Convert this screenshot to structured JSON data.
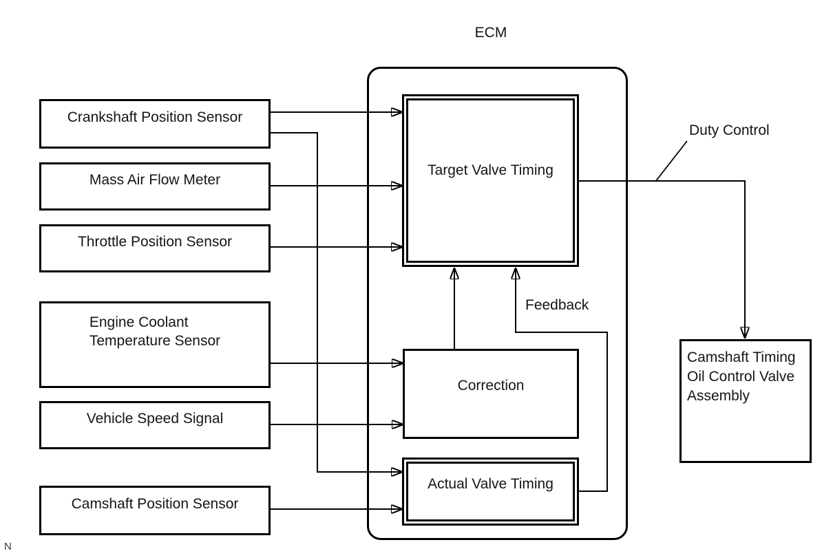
{
  "diagram": {
    "title": "ECM",
    "corner_mark": "N",
    "colors": {
      "line": "#000000",
      "text": "#151515",
      "background": "#ffffff"
    },
    "inputs": [
      {
        "id": "crankshaft-position-sensor",
        "lines": [
          "Crankshaft Position Sensor"
        ]
      },
      {
        "id": "mass-air-flow-meter",
        "lines": [
          "Mass Air Flow Meter"
        ]
      },
      {
        "id": "throttle-position-sensor",
        "lines": [
          "Throttle Position Sensor"
        ]
      },
      {
        "id": "engine-coolant-temperature-sensor",
        "lines": [
          "Engine Coolant",
          "Temperature Sensor"
        ]
      },
      {
        "id": "vehicle-speed-signal",
        "lines": [
          "Vehicle Speed Signal"
        ]
      },
      {
        "id": "camshaft-position-sensor",
        "lines": [
          "Camshaft Position Sensor"
        ]
      }
    ],
    "ecm_blocks": {
      "target": {
        "label": "Target Valve Timing"
      },
      "correction": {
        "label": "Correction"
      },
      "actual": {
        "label": "Actual Valve Timing"
      }
    },
    "output_block": {
      "lines": [
        "Camshaft Timing",
        "Oil Control Valve",
        "Assembly"
      ]
    },
    "annotations": {
      "duty_control": "Duty Control",
      "feedback": "Feedback"
    }
  }
}
